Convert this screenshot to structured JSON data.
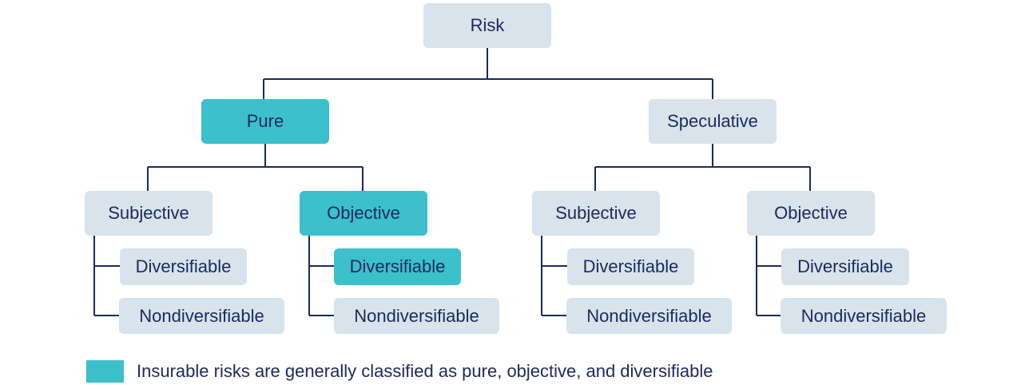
{
  "colors": {
    "highlight": "#3bc0cc",
    "node": "#d8e3ec",
    "text": "#1b2a5a",
    "line": "#1b2a5a"
  },
  "tree": {
    "root": "Risk",
    "pure": {
      "label": "Pure",
      "subjective": {
        "label": "Subjective",
        "diversifiable": "Diversifiable",
        "nondiversifiable": "Nondiversifiable"
      },
      "objective": {
        "label": "Objective",
        "diversifiable": "Diversifiable",
        "nondiversifiable": "Nondiversifiable"
      }
    },
    "speculative": {
      "label": "Speculative",
      "subjective": {
        "label": "Subjective",
        "diversifiable": "Diversifiable",
        "nondiversifiable": "Nondiversifiable"
      },
      "objective": {
        "label": "Objective",
        "diversifiable": "Diversifiable",
        "nondiversifiable": "Nondiversifiable"
      }
    }
  },
  "legend": {
    "text": "Insurable risks are generally classified as pure, objective, and diversifiable"
  }
}
